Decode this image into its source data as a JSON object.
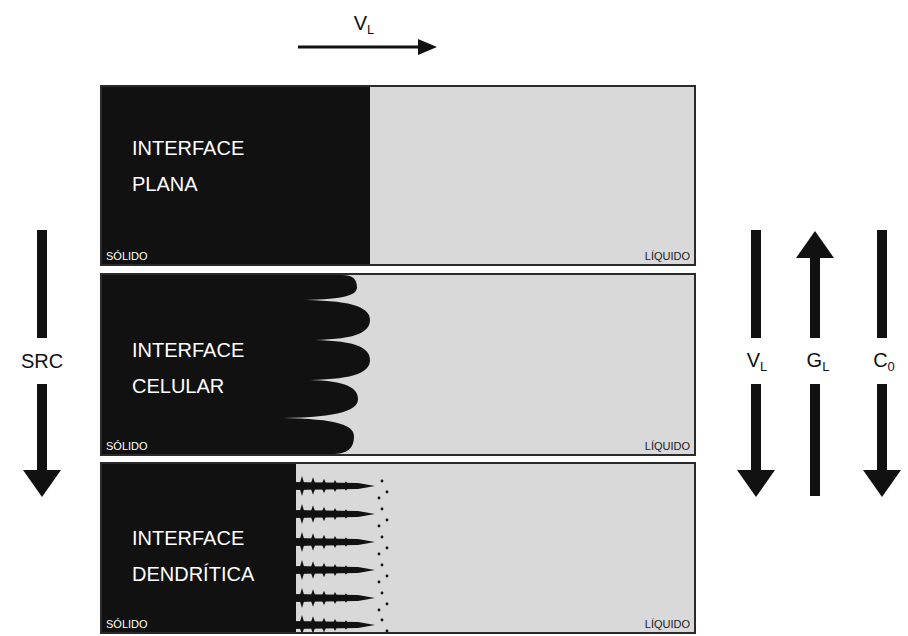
{
  "diagram": {
    "nodes": [
      {
        "text": [
          "LÍQUIDO"
        ]
      },
      {
        "text": [
          "INTERFACE PLANA",
          "SÓLIDO"
        ],
        "in": 0
      },
      {
        "text": [
          "LÍQUIDO"
        ]
      },
      {
        "text": [
          "INTERFACE CELULAR",
          "SÓLIDO"
        ],
        "in": 2
      },
      {
        "text": [
          "LÍQUIDO"
        ]
      },
      {
        "text": [
          "INTERFACE DENDRÍTICA",
          "SÓLIDO"
        ],
        "in": 4
      }
    ],
    "labels": [
      "VL",
      "SRC",
      "VL",
      "GL",
      "C0"
    ]
  }
}
